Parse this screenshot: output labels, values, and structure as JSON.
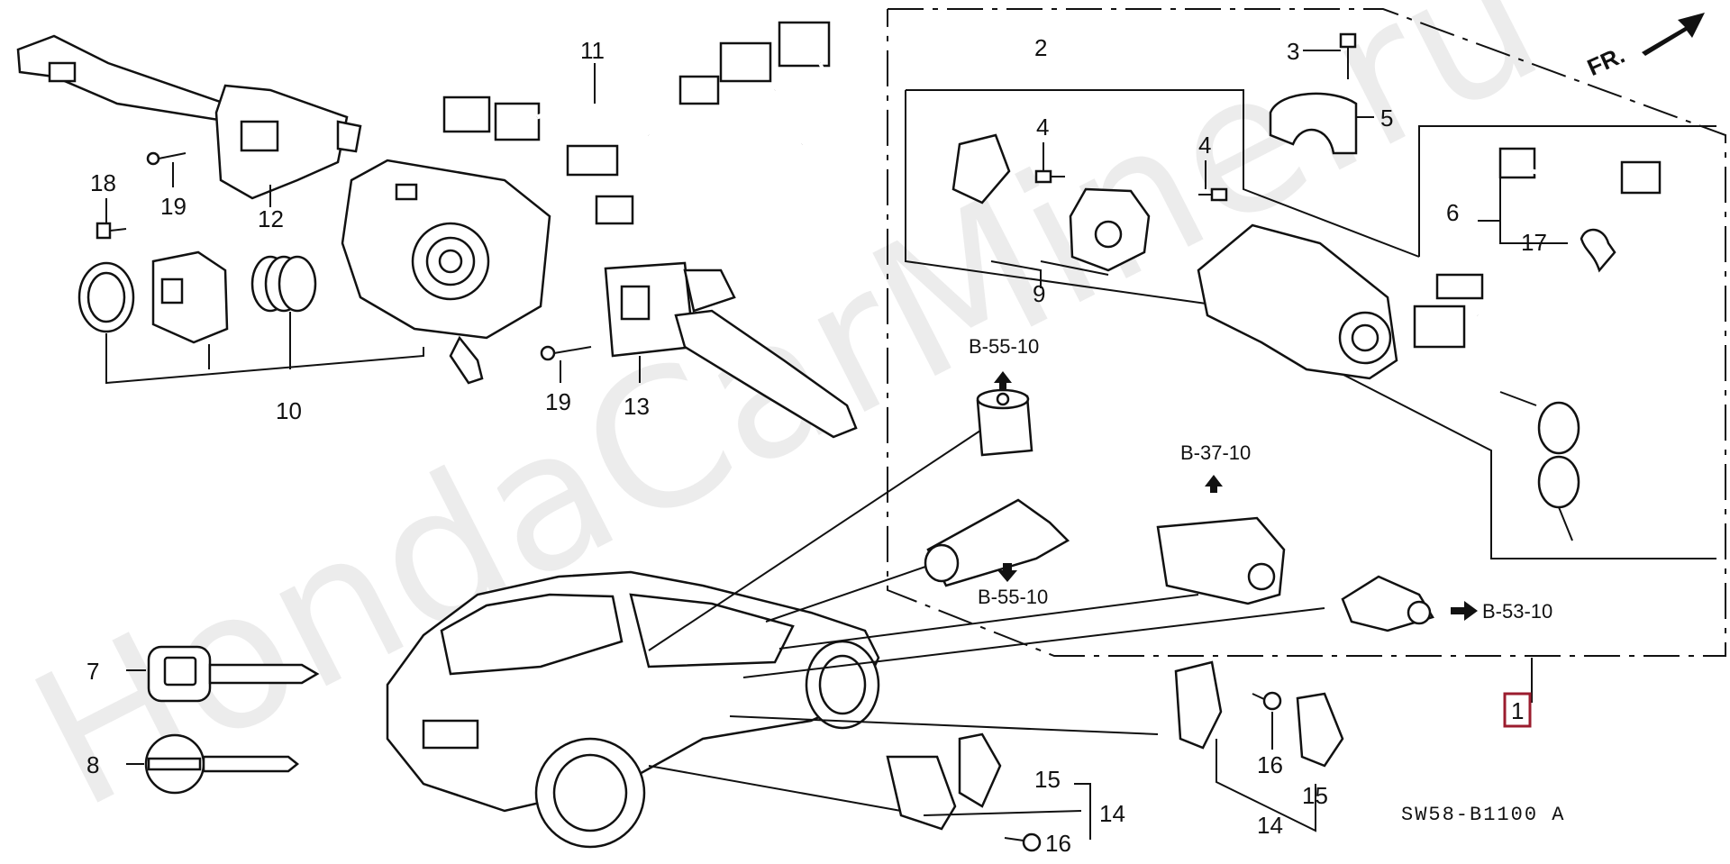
{
  "watermark": "HondaCarMine.ru",
  "diagram_code": "SW58-B1100 A",
  "direction": "FR.",
  "part_numbers": {
    "p1": "1",
    "p2": "2",
    "p3": "3",
    "p4a": "4",
    "p4b": "4",
    "p5": "5",
    "p6": "6",
    "p7": "7",
    "p8": "8",
    "p9": "9",
    "p10": "10",
    "p11": "11",
    "p12": "12",
    "p13": "13",
    "p14a": "14",
    "p14b": "14",
    "p15a": "15",
    "p15b": "15",
    "p16a": "16",
    "p16b": "16",
    "p17": "17",
    "p18": "18",
    "p19a": "19",
    "p19b": "19"
  },
  "refs": {
    "r1": "B-55-10",
    "r2": "B-55-10",
    "r3": "B-37-10",
    "r4": "B-53-10"
  },
  "colors": {
    "highlight": "#9b1c2e",
    "ink": "#111111"
  }
}
